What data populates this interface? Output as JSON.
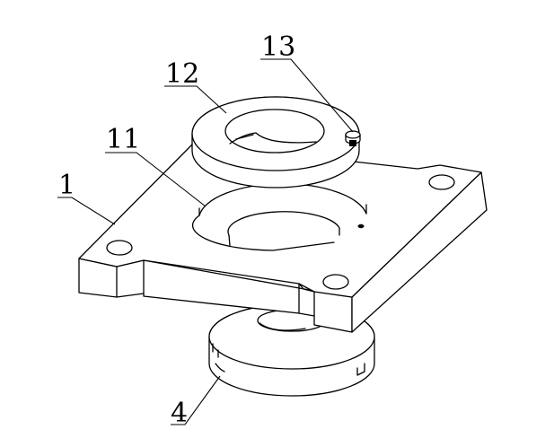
{
  "labels": {
    "part_1": "1",
    "part_4": "4",
    "part_11": "11",
    "part_12": "12",
    "part_13": "13"
  }
}
